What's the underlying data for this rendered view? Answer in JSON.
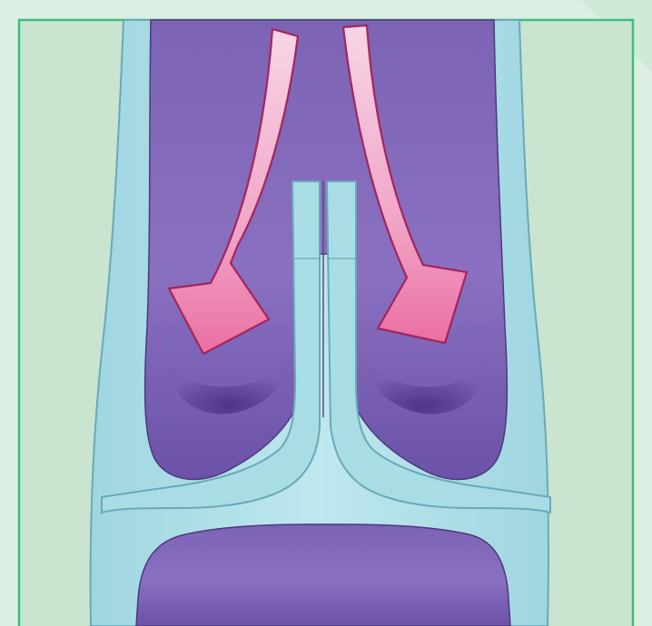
{
  "illustration": {
    "subject": "",
    "colors": {
      "page_background": "#dcefe3",
      "panel_background": "#c9e4cf",
      "panel_border": "#3dbf7e",
      "vein_wall": "#a9dde6",
      "vein_wall_edge": "#6aa9b8",
      "blood": "#8a6fc0",
      "blood_dark": "#5b3f94",
      "arrow_fill": "#ef8fb8",
      "arrow_edge": "#a2265e"
    },
    "elements": {
      "left_arrow": {
        "direction": "down-left"
      },
      "right_arrow": {
        "direction": "down-right"
      },
      "valve": {
        "state": "closed"
      }
    }
  }
}
